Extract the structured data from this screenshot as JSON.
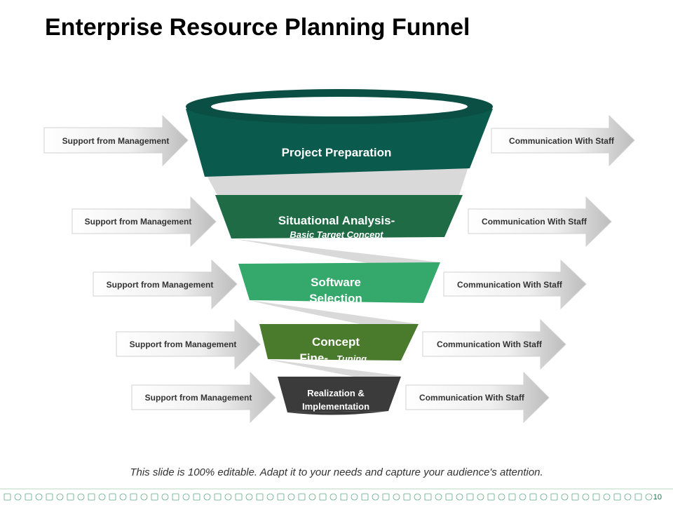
{
  "title": "Enterprise Resource Planning Funnel",
  "left_label": "Support from Management",
  "right_label": "Communication With Staff",
  "stages": [
    {
      "line1": "Project Preparation",
      "line2": "",
      "color": "#0b5a4e"
    },
    {
      "line1": "Situational Analysis-",
      "line2": "Basic Target Concept",
      "color": "#1e6b46"
    },
    {
      "line1": "Software",
      "line2": "Selection",
      "color": "#35a86b"
    },
    {
      "line1": "Concept",
      "line2": "Fine-",
      "line2_suffix": "Tuning",
      "color": "#4a7a2c"
    },
    {
      "line1": "Realization &",
      "line2": "Implementation",
      "color": "#3b3b3b"
    }
  ],
  "footer": "This slide is 100% editable. Adapt it to your needs and capture your audience's attention.",
  "page_number": "10",
  "colors": {
    "rim": "#0a4e44",
    "ribbon": "#d9d9d9",
    "arrow_light": "#ffffff",
    "arrow_dark": "#c4c4c4"
  }
}
